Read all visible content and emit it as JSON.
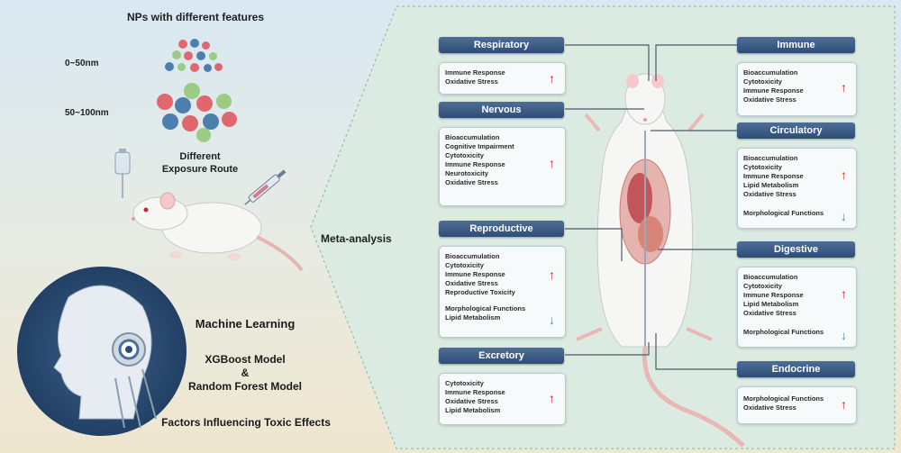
{
  "left": {
    "nps_title": "NPs with different features",
    "size_small": "0~50nm",
    "size_large": "50~100nm",
    "exposure_line1": "Different",
    "exposure_line2": "Exposure Route",
    "meta_analysis": "Meta-analysis",
    "ml_title": "Machine Learning",
    "model1": "XGBoost Model",
    "ampersand": "&",
    "model2": "Random Forest Model",
    "factors": "Factors Influencing Toxic Effects"
  },
  "colors": {
    "header_blue": "#2d4d78",
    "up_arrow": "#d42020",
    "down_arrow": "#4a84c7",
    "np_red": "#e0676e",
    "np_blue": "#4d7fae",
    "np_green": "#9ccb86"
  },
  "systems": {
    "respiratory": {
      "label": "Respiratory",
      "increased": [
        "Immune Response",
        "Oxidative Stress"
      ],
      "decreased": []
    },
    "nervous": {
      "label": "Nervous",
      "increased": [
        "Bioaccumulation",
        "Cognitive Impairment",
        "Cytotoxicity",
        "Immune Response",
        "Neurotoxicity",
        "Oxidative Stress"
      ],
      "decreased": []
    },
    "reproductive": {
      "label": "Reproductive",
      "increased": [
        "Bioaccumulation",
        "Cytotoxicity",
        "Immune Response",
        "Oxidative Stress",
        "Reproductive Toxicity"
      ],
      "decreased": [
        "Morphological Functions",
        "Lipid Metabolism"
      ]
    },
    "excretory": {
      "label": "Excretory",
      "increased": [
        "Cytotoxicity",
        "Immune Response",
        "Oxidative Stress",
        "Lipid Metabolism"
      ],
      "decreased": []
    },
    "immune": {
      "label": "Immune",
      "increased": [
        "Bioaccumulation",
        "Cytotoxicity",
        "Immune Response",
        "Oxidative Stress"
      ],
      "decreased": []
    },
    "circulatory": {
      "label": "Circulatory",
      "increased": [
        "Bioaccumulation",
        "Cytotoxicity",
        "Immune Response",
        "Lipid Metabolism",
        "Oxidative Stress"
      ],
      "decreased": [
        "Morphological Functions"
      ]
    },
    "digestive": {
      "label": "Digestive",
      "increased": [
        "Bioaccumulation",
        "Cytotoxicity",
        "Immune Response",
        "Lipid Metabolism",
        "Oxidative Stress"
      ],
      "decreased": [
        "Morphological Functions"
      ]
    },
    "endocrine": {
      "label": "Endocrine",
      "increased": [
        "Morphological Functions",
        "Oxidative Stress"
      ],
      "decreased": []
    }
  },
  "icons": {
    "up": "up-arrow-icon",
    "down": "down-arrow-icon"
  }
}
